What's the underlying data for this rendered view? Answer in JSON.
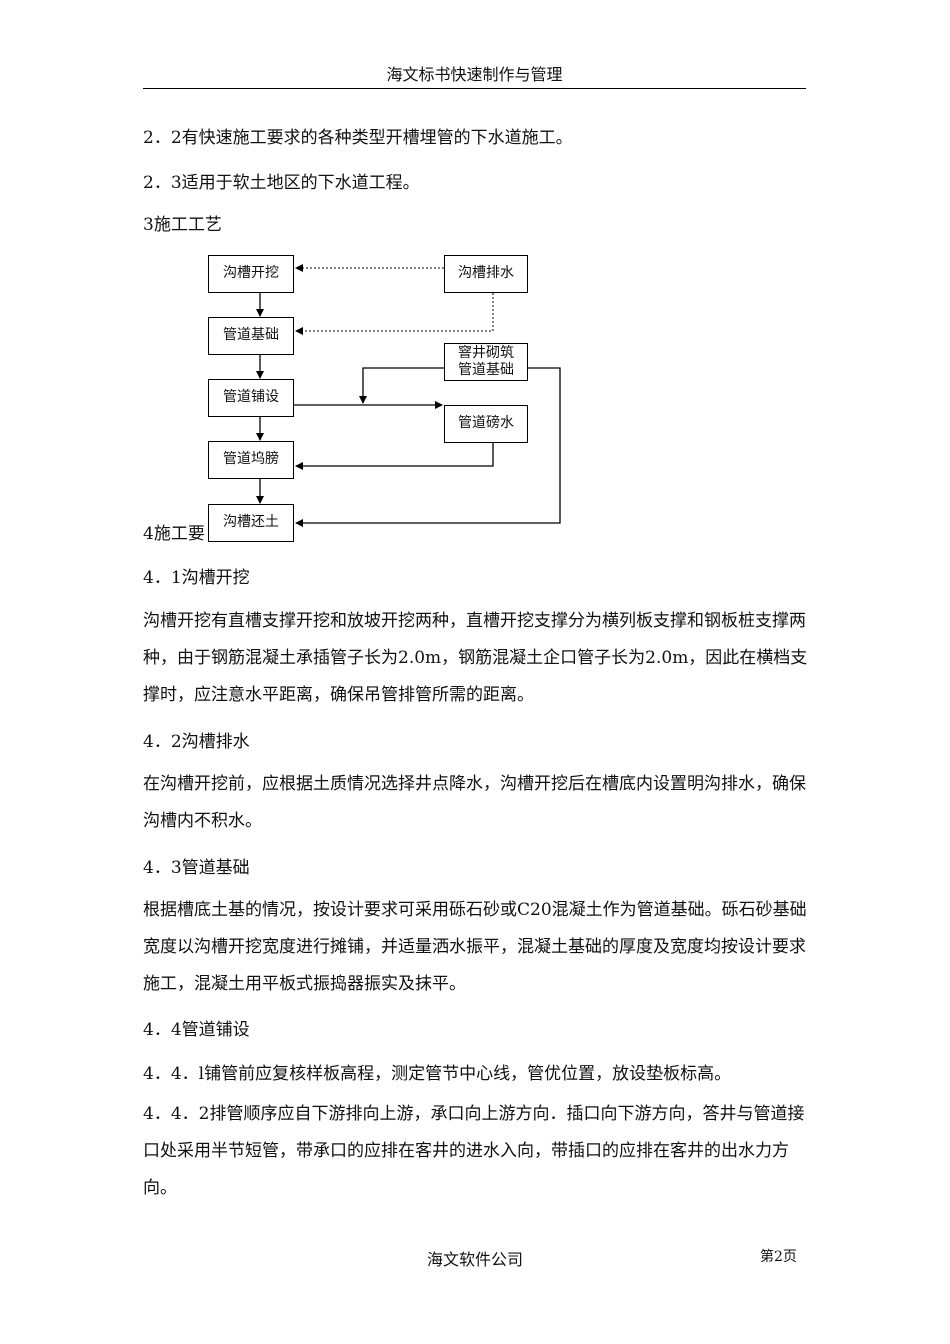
{
  "header": {
    "title": "海文标书快速制作与管理"
  },
  "body": {
    "l1": "2．2有快速施工要求的各种类型开槽埋管的下水道施工。",
    "l2": "2．3适用于软土地区的下水道工程。",
    "l3": "3施工工艺",
    "l4": "4施工要",
    "s41": "4．1沟槽开挖",
    "p41": "沟槽开挖有直槽支撑开挖和放坡开挖两种，直槽开挖支撑分为横列板支撑和钢板桩支撑两种，由于钢筋混凝土承插管子长为2.0m，钢筋混凝土企口管子长为2.0m，因此在横档支撑时，应注意水平距离，确保吊管排管所需的距离。",
    "s42": "4．2沟槽排水",
    "p42": "在沟槽开挖前，应根据土质情况选择井点降水，沟槽开挖后在槽底内设置明沟排水，确保沟槽内不积水。",
    "s43": "4．3管道基础",
    "p43": "根据槽底土基的情况，按设计要求可采用砾石砂或C20混凝土作为管道基础。砾石砂基础宽度以沟槽开挖宽度进行摊铺，并适量洒水振平，混凝土基础的厚度及宽度均按设计要求施工，混凝土用平板式振捣器振实及抹平。",
    "s44": "4．4管道铺设",
    "p441": "4．4．l铺管前应复核样板高程，测定管节中心线，管优位置，放设垫板标高。",
    "p442": "4．4．2排管顺序应自下游排向上游，承口向上游方向．插口向下游方向，答井与管道接口处采用半节短管，带承口的应排在客井的进水入向，带插口的应排在客井的出水力方向。"
  },
  "flowchart": {
    "b1": "沟槽开挖",
    "b2": "管道基础",
    "b3": "管道铺设",
    "b4": "管道坞膀",
    "b5": "沟槽还土",
    "b6": "沟槽排水",
    "b7a": "窨井砌筑",
    "b7b": "管道基础",
    "b8": "管道磅水"
  },
  "footer": {
    "company": "海文软件公司",
    "page": "第2页"
  }
}
